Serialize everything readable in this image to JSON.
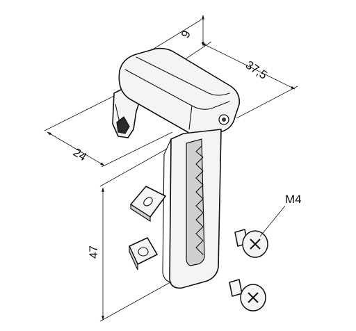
{
  "dimensions": {
    "width_top": "9",
    "length": "37,5",
    "depth": "24",
    "height": "47"
  },
  "callout": {
    "screw_label": "M4"
  },
  "colors": {
    "line": "#111111",
    "background": "#ffffff",
    "shade_light": "#f4f4f4",
    "shade_mid": "#cfcfcf",
    "shade_dark": "#2b2b2b"
  }
}
